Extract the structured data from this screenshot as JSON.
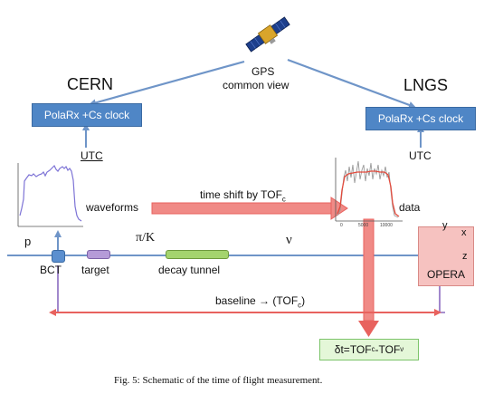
{
  "satellite": {
    "label_line1": "GPS",
    "label_line2": "common view"
  },
  "cern": {
    "site": "CERN",
    "clock": "PolaRx +Cs clock",
    "utc": "UTC",
    "waveforms": "waveforms"
  },
  "lngs": {
    "site": "LNGS",
    "clock": "PolaRx +Cs clock",
    "utc": "UTC",
    "data": "data",
    "ticks": [
      "0",
      "5000",
      "10000"
    ]
  },
  "time_shift": {
    "text": "time shift by TOF",
    "sub": "c"
  },
  "beamline": {
    "p": "p",
    "bct": "BCT",
    "target": "target",
    "pik": "π/K",
    "decay_tunnel": "decay tunnel",
    "nu": "ν"
  },
  "opera": {
    "label": "OPERA",
    "axis_x": "x",
    "axis_y": "y",
    "axis_z": "z"
  },
  "baseline": {
    "text": "baseline → (TOF",
    "sub": "c",
    "close": ")"
  },
  "delta_t": {
    "prefix": "δt=TOF",
    "sub1": "c",
    "middle": "-TOF",
    "sub2": "ν"
  },
  "caption": "Fig. 5: Schematic of the time of flight measurement.",
  "colors": {
    "blue_arrow": "#6f95c8",
    "clock_box": "#4f86c6",
    "red_arrow": "#e8625e",
    "opera_box": "#f6c2c0",
    "dt_box": "#e4f7d8",
    "target_box": "#b59bd8",
    "tunnel_box": "#a4d46e",
    "bct_box": "#5b8fcf",
    "baseline_link": "#8a6bc0"
  }
}
